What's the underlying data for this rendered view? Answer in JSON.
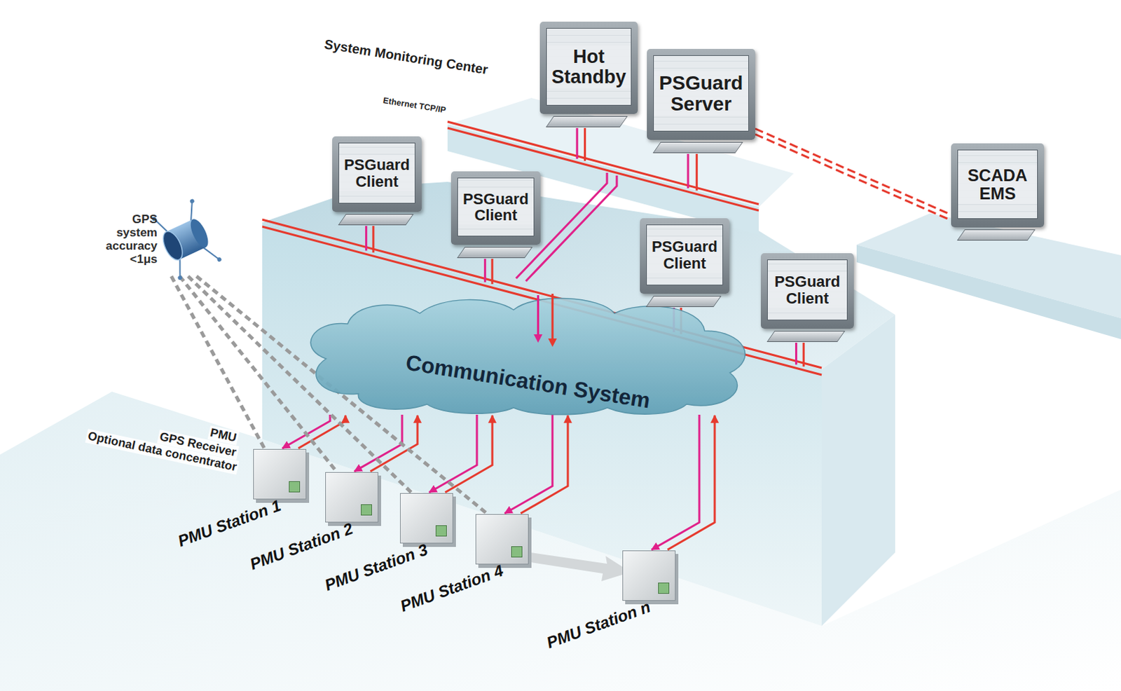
{
  "diagram": {
    "nodes": [
      {
        "text": [
          "Hot Standby"
        ]
      },
      {
        "text": [
          "PSGuard Server"
        ]
      },
      {
        "text": [
          "PSGuard Client"
        ]
      },
      {
        "text": [
          "PSGuard Client"
        ]
      },
      {
        "text": [
          "SCADA EMS"
        ]
      },
      {
        "text": [
          "PSGuard Client"
        ]
      },
      {
        "text": [
          "PSGuard Client"
        ]
      },
      {
        "text": [
          "GPS system accuracy <1μs"
        ]
      },
      {
        "text": [
          "Communication System"
        ]
      },
      {
        "text": [
          "PMU Station 1"
        ]
      },
      {
        "text": [
          "PMU Station 2"
        ]
      },
      {
        "text": [
          "PMU Station 3"
        ]
      },
      {
        "text": [
          "PMU Station 4"
        ]
      },
      {
        "text": [
          "PMU Station n"
        ]
      }
    ],
    "edges": [
      {
        "from": 1,
        "to": 4,
        "arrow": "none"
      },
      {
        "from": 8,
        "to": 9,
        "arrow": "to"
      },
      {
        "from": 9,
        "to": 8,
        "arrow": "to"
      },
      {
        "from": 8,
        "to": 10,
        "arrow": "to"
      },
      {
        "from": 10,
        "to": 8,
        "arrow": "to"
      },
      {
        "from": 8,
        "to": 11,
        "arrow": "to"
      },
      {
        "from": 11,
        "to": 8,
        "arrow": "to"
      },
      {
        "from": 8,
        "to": 12,
        "arrow": "to"
      },
      {
        "from": 12,
        "to": 8,
        "arrow": "to"
      },
      {
        "from": 8,
        "to": 13,
        "arrow": "to"
      },
      {
        "from": 13,
        "to": 8,
        "arrow": "to"
      },
      {
        "from": 7,
        "to": 9,
        "arrow": "none"
      },
      {
        "from": 7,
        "to": 10,
        "arrow": "none"
      },
      {
        "from": 7,
        "to": 11,
        "arrow": "none"
      },
      {
        "from": 7,
        "to": 12,
        "arrow": "none"
      }
    ],
    "labels": [
      "System Monitoring Center",
      "Ethernet TCP/IP",
      "PMU",
      "GPS Receiver",
      "Optional data concentrator"
    ]
  }
}
